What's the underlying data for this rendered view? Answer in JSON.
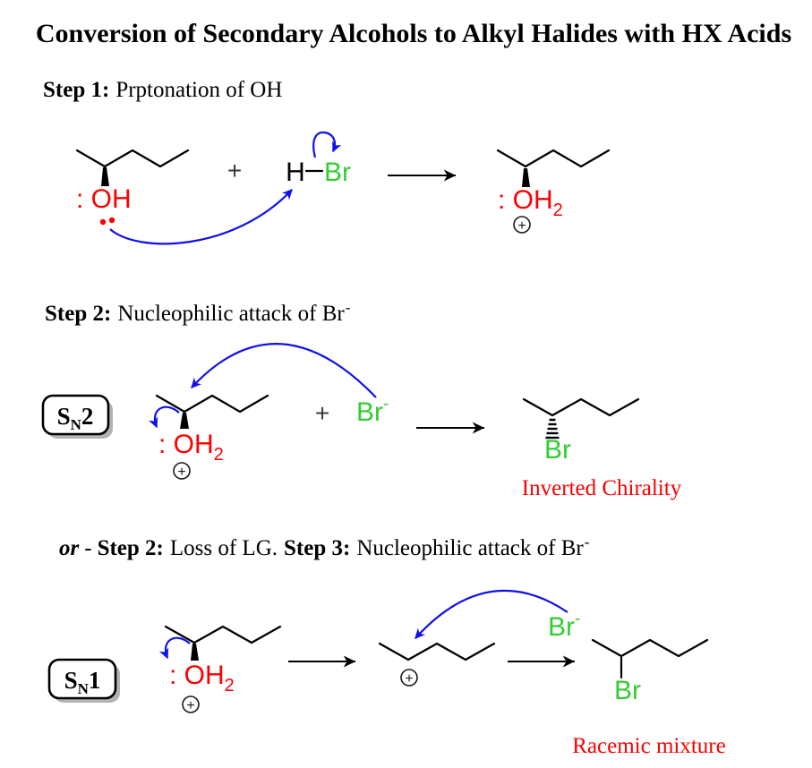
{
  "title": "Conversion of Secondary Alcohols to Alkyl Halides with HX Acids",
  "colors": {
    "red_label": "#FB0000",
    "green_halogen": "#33CC33",
    "blue_arrow": "#1010EE",
    "black": "#000000"
  },
  "headers": {
    "step1_label": "Step 1:",
    "step1_text": "Prptonation of OH",
    "step2_label": "Step 2:",
    "step2_text": "Nucleophilic attack of Br",
    "or_label": "or",
    "or_dash": "-",
    "step2b_label": "Step 2:",
    "step2b_text": "Loss of LG.",
    "step3_label": "Step 3:",
    "step3_text": "Nucleophilic attack of Br",
    "superscript_minus": "-"
  },
  "mechanism_boxes": {
    "sn2": {
      "s": "S",
      "sub": "N",
      "num": "2"
    },
    "sn1": {
      "s": "S",
      "sub": "N",
      "num": "1"
    }
  },
  "atom_labels": {
    "oh": ": OH",
    "oh2": ": OH",
    "oh2_sub": "2",
    "h": "H",
    "br": "Br",
    "br_minus": "-",
    "plus_sign": "+",
    "charge": "+"
  },
  "captions": {
    "inverted": "Inverted Chirality",
    "racemic": "Racemic mixture"
  }
}
